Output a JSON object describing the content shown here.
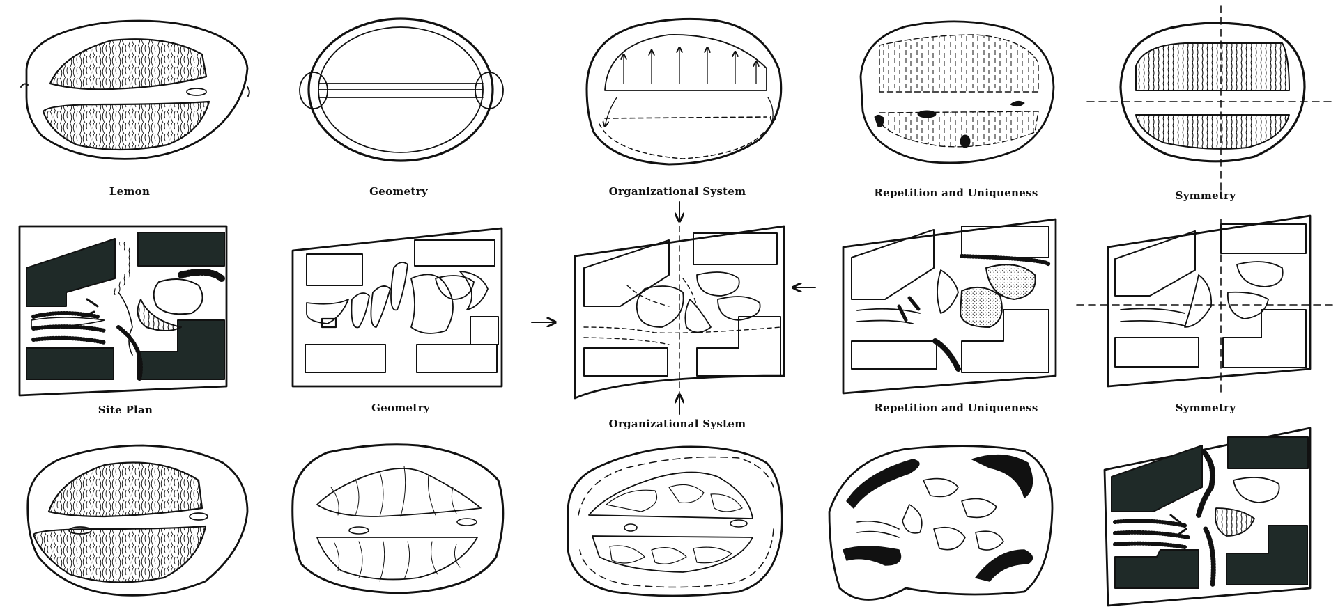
{
  "captions": {
    "row1": [
      "Lemon",
      "Geometry",
      "Organizational System",
      "Repetition and Uniqueness",
      "Symmetry"
    ],
    "row2": [
      "Site Plan",
      "Geometry",
      "Organizational System",
      "Repetition and Uniqueness",
      "Symmetry"
    ]
  },
  "colors": {
    "ink": "#111111",
    "fill_dark": "#1f2a28",
    "paper": "#ffffff"
  }
}
